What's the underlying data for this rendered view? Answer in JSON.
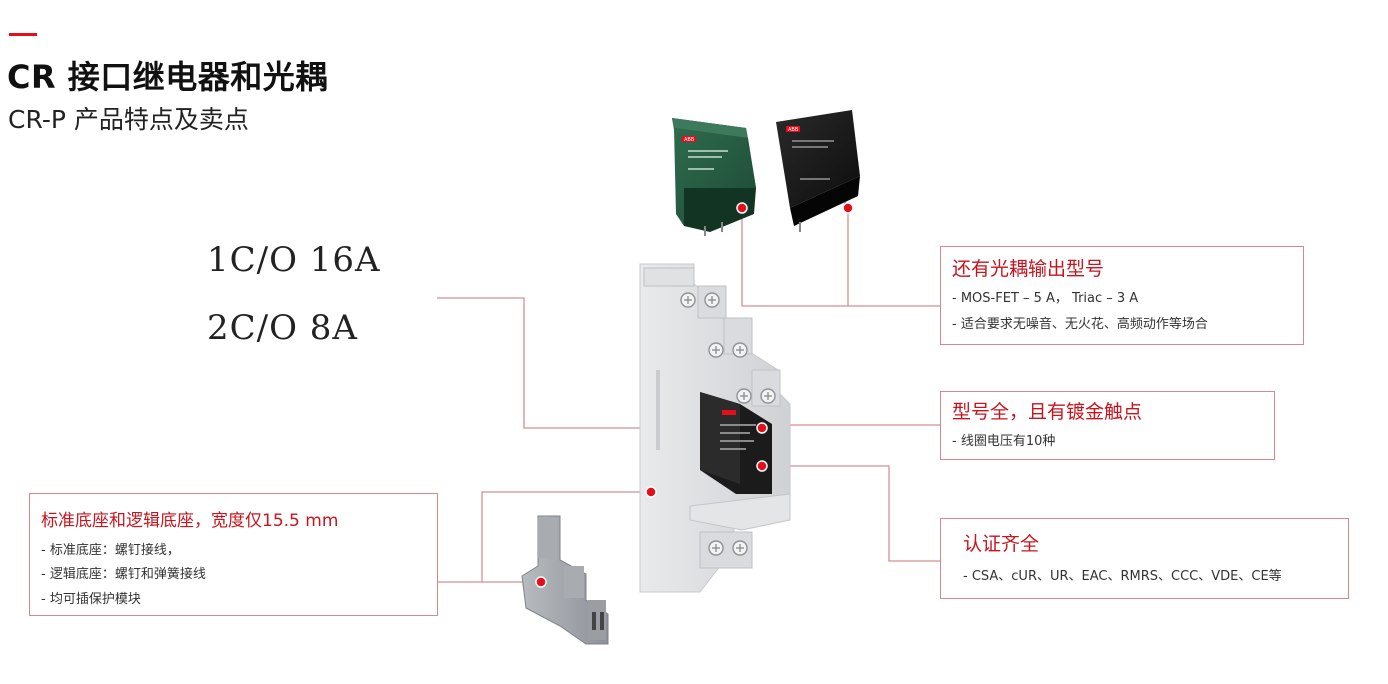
{
  "slide": {
    "title": "CR 接口继电器和光耦",
    "subtitle": "CR-P 产品特点及卖点"
  },
  "ratings": [
    "1C/O 16A",
    "2C/O 8A"
  ],
  "callouts": {
    "optocoupler": {
      "title": "还有光耦输出型号",
      "items": [
        "- MOS-FET – 5 A， Triac – 3 A",
        "- 适合要求无噪音、无火花、高频动作等场合"
      ]
    },
    "gold_contact": {
      "title": "型号全，且有镀金触点",
      "items": [
        "- 线圈电压有10种"
      ]
    },
    "certification": {
      "title": "认证齐全",
      "items": [
        "- CSA、cUR、UR、EAC、RMRS、CCC、VDE、CE等"
      ]
    },
    "socket": {
      "title": "标准底座和逻辑底座，宽度仅15.5 mm",
      "items": [
        "- 标准底座：螺钉接线，",
        "- 逻辑底座：螺钉和弹簧接线",
        "- 均可插保护模块"
      ]
    }
  },
  "product_labels": {
    "brand": "ABB"
  },
  "colors": {
    "accent": "#e3101b",
    "callout_title": "#c8141e",
    "callout_border": "#d9868d",
    "leader_line": "#d58f95"
  }
}
